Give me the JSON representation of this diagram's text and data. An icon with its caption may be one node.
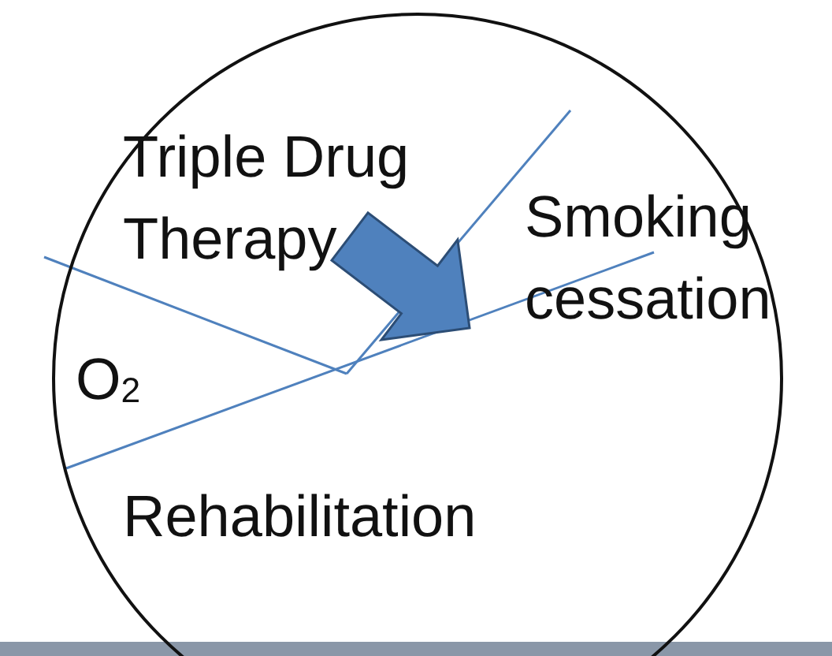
{
  "diagram": {
    "nodes": [
      {
        "text": [],
        "shape": "circle"
      },
      {
        "text": [
          "Triple Drug Therapy"
        ],
        "in": 0
      },
      {
        "text": [
          "Smoking cessation"
        ],
        "in": 0
      },
      {
        "text": [
          "O$_{2}$"
        ],
        "in": 0
      },
      {
        "text": [
          "Rehabilitation"
        ],
        "in": 0
      }
    ],
    "edges": [
      {
        "from": 1,
        "to": 2,
        "arrow": "to",
        "style": "thick"
      }
    ]
  }
}
